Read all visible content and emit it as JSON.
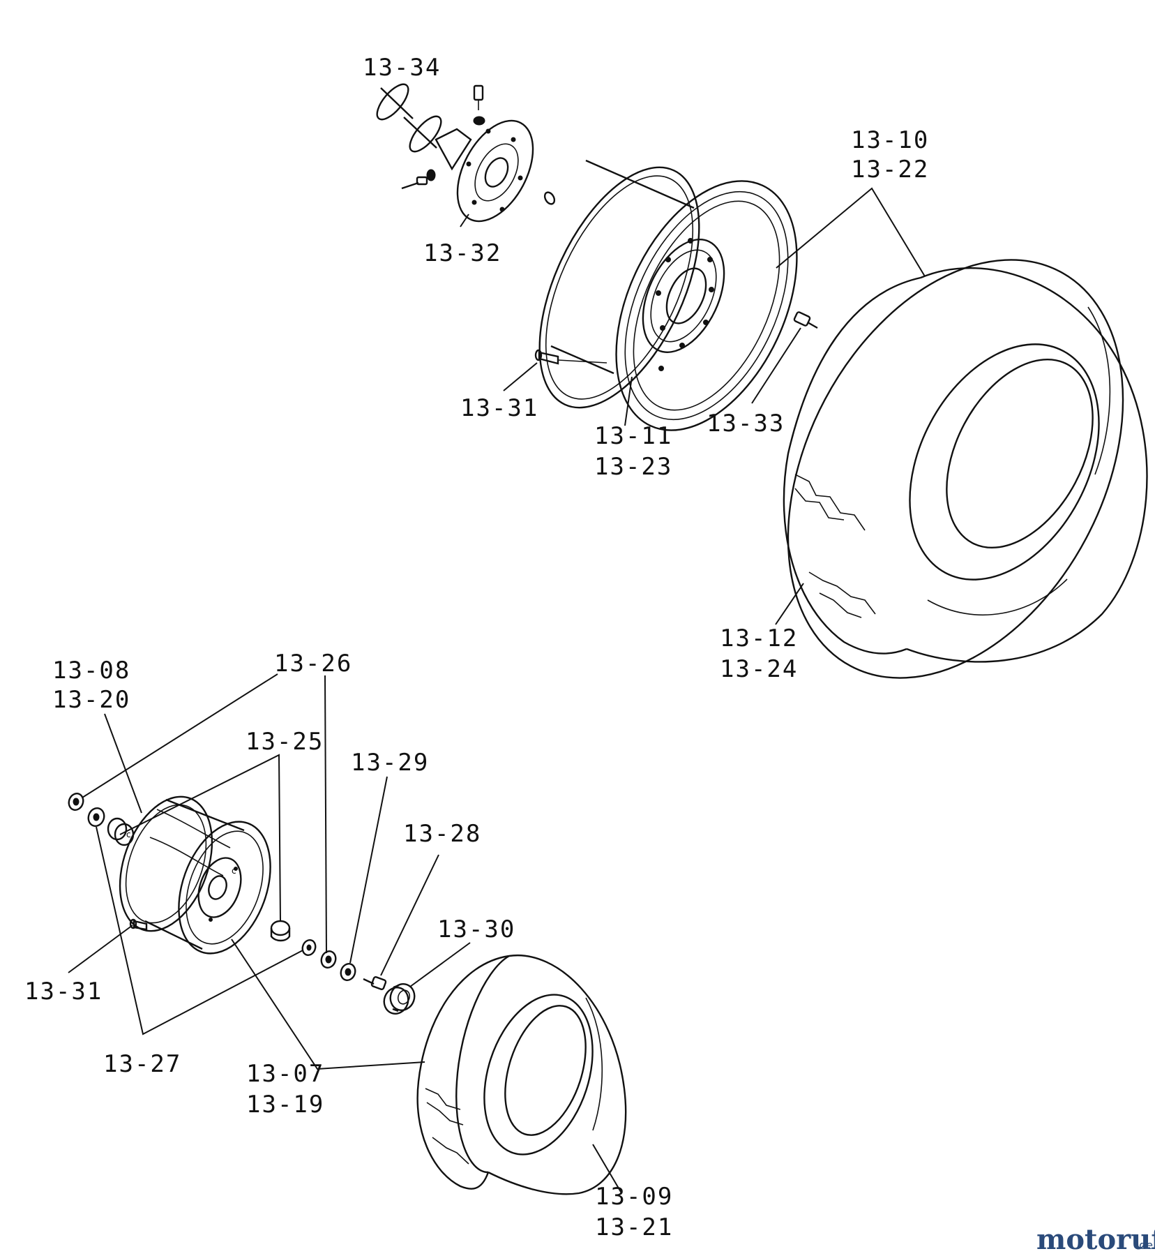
{
  "labels": {
    "p13_34": "13-34",
    "p13_10": "13-10",
    "p13_22": "13-22",
    "p13_32": "13-32",
    "p13_31_top": "13-31",
    "p13_11": "13-11",
    "p13_23": "13-23",
    "p13_33": "13-33",
    "p13_12": "13-12",
    "p13_24": "13-24",
    "p13_08": "13-08",
    "p13_20": "13-20",
    "p13_26": "13-26",
    "p13_25": "13-25",
    "p13_29": "13-29",
    "p13_28": "13-28",
    "p13_30": "13-30",
    "p13_31_bottom": "13-31",
    "p13_27": "13-27",
    "p13_07": "13-07",
    "p13_19": "13-19",
    "p13_09": "13-09",
    "p13_21": "13-21"
  },
  "watermark": {
    "brand": "motoruf",
    "suffix": ".de",
    "color_dark": "#2a4a7a",
    "color_accent": "#d98a1c"
  }
}
